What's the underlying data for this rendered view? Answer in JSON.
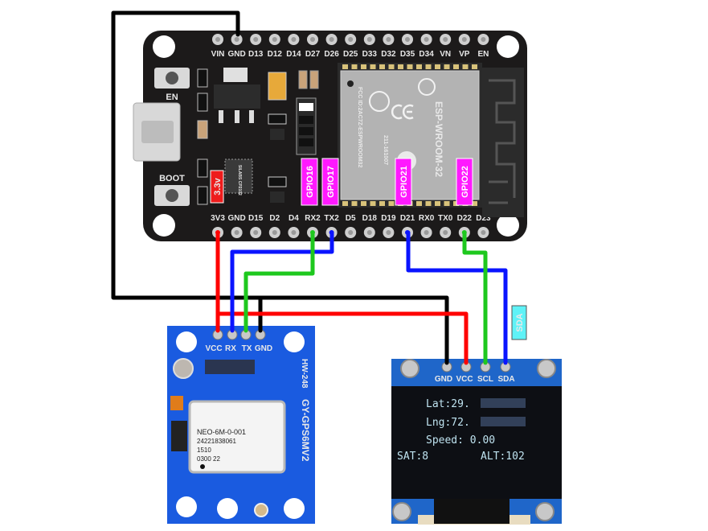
{
  "esp32": {
    "top_pins": [
      "VIN",
      "GND",
      "D13",
      "D12",
      "D14",
      "D27",
      "D26",
      "D25",
      "D33",
      "D32",
      "D35",
      "D34",
      "VN",
      "VP",
      "EN"
    ],
    "bottom_pins": [
      "3V3",
      "GND",
      "D15",
      "D2",
      "D4",
      "RX2",
      "TX2",
      "D5",
      "D18",
      "D19",
      "D21",
      "RX0",
      "TX0",
      "D22",
      "D23"
    ],
    "buttons": {
      "en": "EN",
      "boot": "BOOT"
    },
    "module_label": "ESP-WROOM-32",
    "module_fcc": "FCC ID:2AC7Z-ESPWROOM32",
    "module_id": "211-161007",
    "chip_label": "SILABS CP2102",
    "voltage_tag": "3.3v",
    "gpio_tags": [
      "GPIO16",
      "GPIO17",
      "GPIO21",
      "GPIO22"
    ]
  },
  "gps": {
    "pins": [
      "VCC",
      "RX",
      "TX",
      "GND"
    ],
    "board_id": "HW-248",
    "model": "GY-GPS6MV2",
    "chip_lines": [
      "NEO-6M-0-001",
      "24221838061",
      "1510",
      "0300 22"
    ]
  },
  "oled": {
    "pins": [
      "GND",
      "VCC",
      "SCL",
      "SDA"
    ],
    "lines": {
      "lat": "Lat:29.",
      "lng": "Lng:72.",
      "speed": "Speed: 0.00",
      "sat": "SAT:8",
      "alt": "ALT:102"
    }
  },
  "annotations": {
    "sda_tag": "SDA"
  },
  "colors": {
    "red": "#ff0000",
    "blue": "#0a14ff",
    "green": "#1ec81e",
    "black": "#000000",
    "magenta": "#ff19ff",
    "cyan": "#5ff2f7",
    "board": "#1c1a1a",
    "gps_blue": "#1a5be0",
    "oled_blue": "#1f66c9"
  }
}
